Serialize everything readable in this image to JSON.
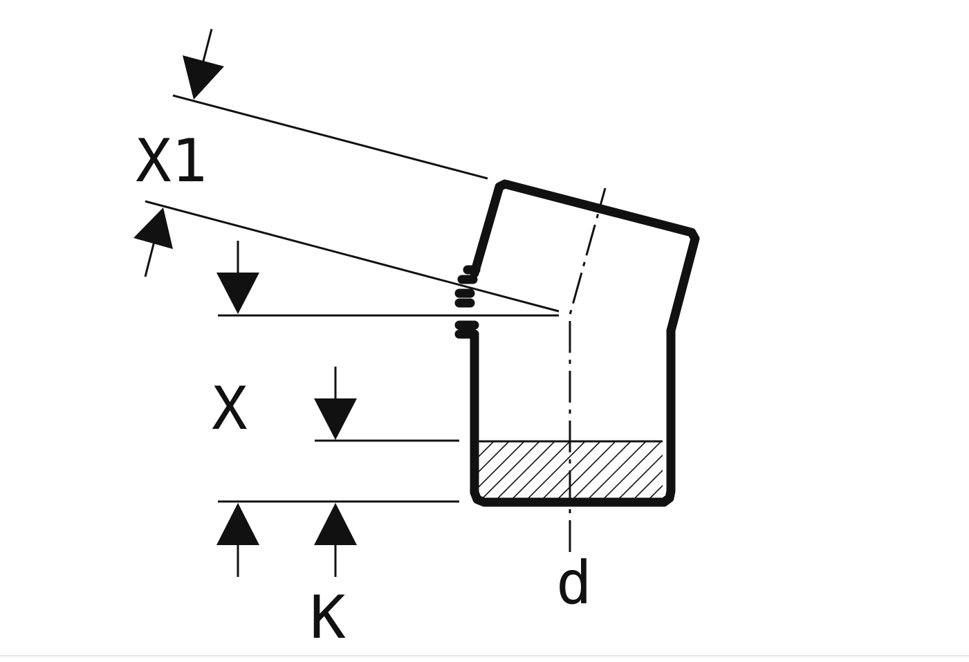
{
  "labels": {
    "x1": "X1",
    "x": "X",
    "k": "K",
    "d": "d"
  },
  "colors": {
    "ink": "#111111",
    "background": "#ffffff"
  }
}
